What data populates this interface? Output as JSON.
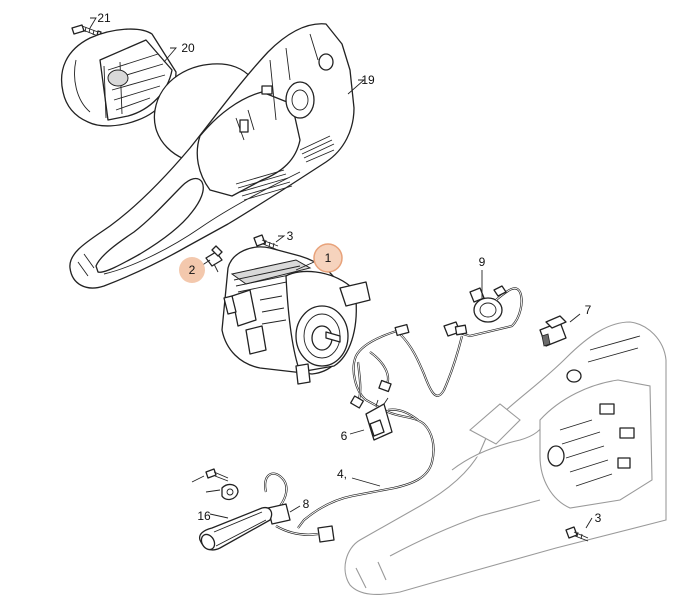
{
  "callouts": [
    {
      "id": "c21",
      "label": "21",
      "highlighted": false
    },
    {
      "id": "c20",
      "label": "20",
      "highlighted": false
    },
    {
      "id": "c19",
      "label": "19",
      "highlighted": false
    },
    {
      "id": "c3a",
      "label": "3",
      "highlighted": false
    },
    {
      "id": "c1",
      "label": "1",
      "highlighted": true
    },
    {
      "id": "c2",
      "label": "2",
      "highlighted": true
    },
    {
      "id": "c9",
      "label": "9",
      "highlighted": false
    },
    {
      "id": "c7",
      "label": "7",
      "highlighted": false
    },
    {
      "id": "c6",
      "label": "6",
      "highlighted": false
    },
    {
      "id": "c4",
      "label": "4,",
      "highlighted": false
    },
    {
      "id": "c8",
      "label": "8",
      "highlighted": false
    },
    {
      "id": "c16",
      "label": "16",
      "highlighted": false
    },
    {
      "id": "c3b",
      "label": "3",
      "highlighted": false
    }
  ],
  "colors": {
    "highlight_fill": "#f6d3bd",
    "highlight_stroke": "#e8a27a",
    "line": "#222222",
    "ghost_line": "#9a9a9a"
  }
}
